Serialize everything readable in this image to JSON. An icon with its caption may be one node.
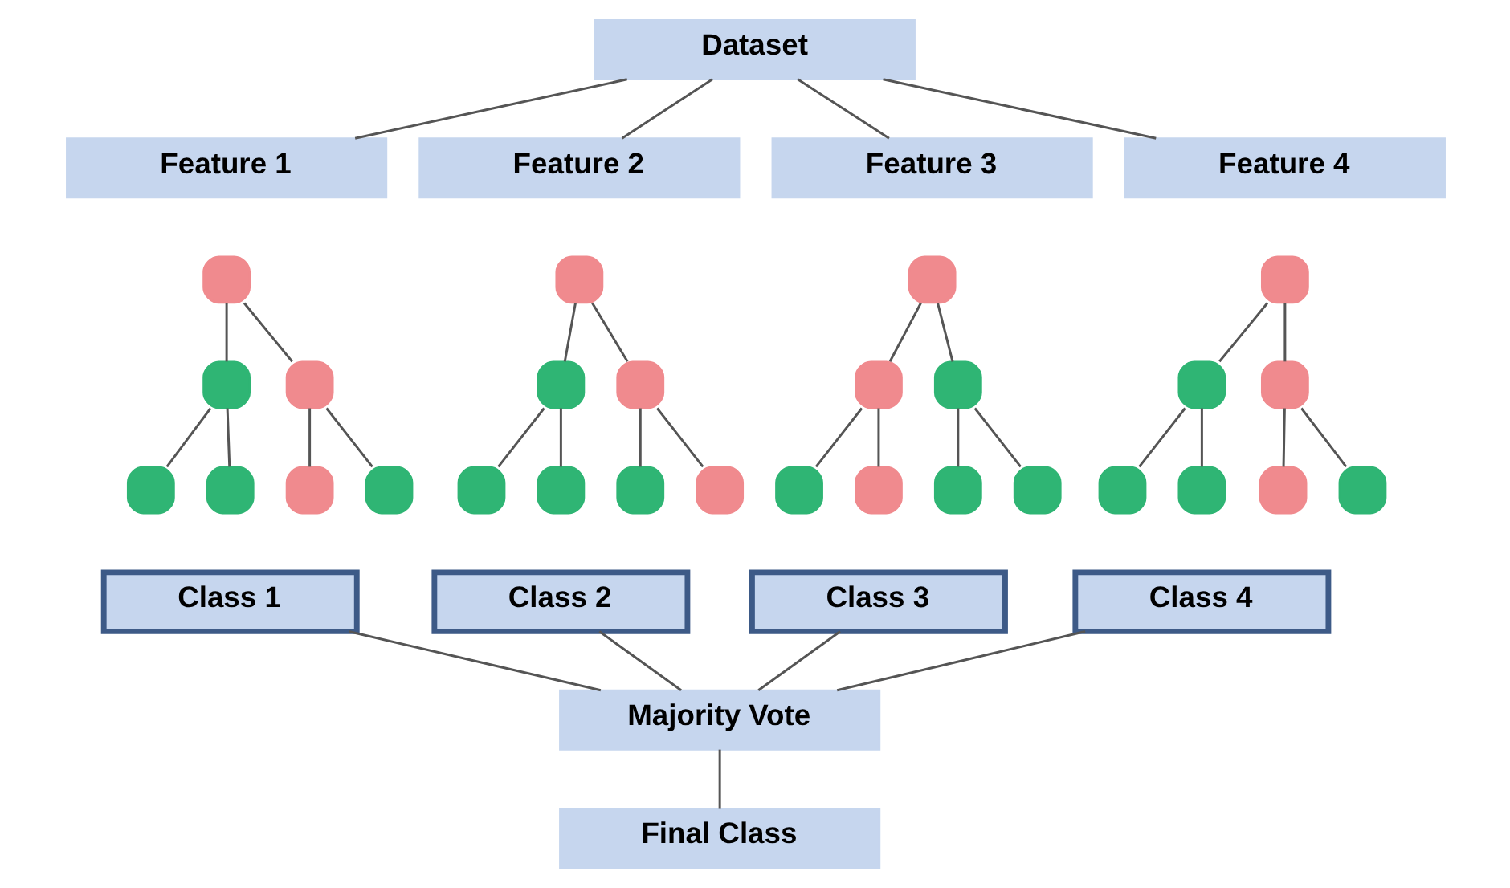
{
  "diagram": {
    "nodes": [
      {
        "text": [
          "Dataset"
        ]
      },
      {
        "text": [
          "Feature 1"
        ]
      },
      {
        "text": [
          "Feature 2"
        ]
      },
      {
        "text": [
          "Feature 3"
        ]
      },
      {
        "text": [
          "Feature 4"
        ]
      },
      {
        "text": [],
        "shape": "box"
      },
      {
        "text": [],
        "shape": "box"
      },
      {
        "text": [],
        "shape": "box"
      },
      {
        "text": [],
        "shape": "box"
      },
      {
        "text": [],
        "shape": "box"
      },
      {
        "text": [],
        "shape": "box"
      },
      {
        "text": [],
        "shape": "box"
      },
      {
        "text": [],
        "shape": "box"
      },
      {
        "text": [],
        "shape": "box"
      },
      {
        "text": [],
        "shape": "box"
      },
      {
        "text": [],
        "shape": "box"
      },
      {
        "text": [],
        "shape": "box"
      },
      {
        "text": [],
        "shape": "box"
      },
      {
        "text": [],
        "shape": "box"
      },
      {
        "text": [],
        "shape": "box"
      },
      {
        "text": [],
        "shape": "box"
      },
      {
        "text": [],
        "shape": "box"
      },
      {
        "text": [],
        "shape": "box"
      },
      {
        "text": [],
        "shape": "box"
      },
      {
        "text": [],
        "shape": "box"
      },
      {
        "text": [],
        "shape": "box"
      },
      {
        "text": [],
        "shape": "box"
      },
      {
        "text": [],
        "shape": "box"
      },
      {
        "text": [],
        "shape": "box"
      },
      {
        "text": [],
        "shape": "box"
      },
      {
        "text": [],
        "shape": "box"
      },
      {
        "text": [],
        "shape": "box"
      },
      {
        "text": [],
        "shape": "box"
      },
      {
        "text": [
          "Class 1"
        ]
      },
      {
        "text": [
          "Class 2"
        ]
      },
      {
        "text": [
          "Class 3"
        ]
      },
      {
        "text": [
          "Class 4"
        ]
      },
      {
        "text": [
          "Majority Vote"
        ]
      },
      {
        "text": [
          "Final Class"
        ]
      }
    ],
    "edges": [
      {
        "from": 0,
        "to": 1,
        "arrow": "none"
      },
      {
        "from": 0,
        "to": 2,
        "arrow": "none"
      },
      {
        "from": 0,
        "to": 3,
        "arrow": "none"
      },
      {
        "from": 0,
        "to": 4,
        "arrow": "none"
      },
      {
        "from": 5,
        "to": 9,
        "arrow": "none"
      },
      {
        "from": 5,
        "to": 10,
        "arrow": "none"
      },
      {
        "from": 9,
        "to": 17,
        "arrow": "none"
      },
      {
        "from": 9,
        "to": 18,
        "arrow": "none"
      },
      {
        "from": 10,
        "to": 19,
        "arrow": "none"
      },
      {
        "from": 10,
        "to": 20,
        "arrow": "none"
      },
      {
        "from": 6,
        "to": 11,
        "arrow": "none"
      },
      {
        "from": 6,
        "to": 12,
        "arrow": "none"
      },
      {
        "from": 11,
        "to": 21,
        "arrow": "none"
      },
      {
        "from": 11,
        "to": 22,
        "arrow": "none"
      },
      {
        "from": 12,
        "to": 23,
        "arrow": "none"
      },
      {
        "from": 12,
        "to": 24,
        "arrow": "none"
      },
      {
        "from": 7,
        "to": 13,
        "arrow": "none"
      },
      {
        "from": 7,
        "to": 14,
        "arrow": "none"
      },
      {
        "from": 13,
        "to": 25,
        "arrow": "none"
      },
      {
        "from": 13,
        "to": 26,
        "arrow": "none"
      },
      {
        "from": 14,
        "to": 27,
        "arrow": "none"
      },
      {
        "from": 14,
        "to": 28,
        "arrow": "none"
      },
      {
        "from": 8,
        "to": 15,
        "arrow": "none"
      },
      {
        "from": 8,
        "to": 16,
        "arrow": "none"
      },
      {
        "from": 15,
        "to": 29,
        "arrow": "none"
      },
      {
        "from": 15,
        "to": 30,
        "arrow": "none"
      },
      {
        "from": 16,
        "to": 31,
        "arrow": "none"
      },
      {
        "from": 16,
        "to": 32,
        "arrow": "none"
      },
      {
        "from": 33,
        "to": 37,
        "arrow": "none"
      },
      {
        "from": 34,
        "to": 37,
        "arrow": "none"
      },
      {
        "from": 35,
        "to": 37,
        "arrow": "none"
      },
      {
        "from": 36,
        "to": 37,
        "arrow": "none"
      },
      {
        "from": 37,
        "to": 38,
        "arrow": "none"
      }
    ]
  }
}
